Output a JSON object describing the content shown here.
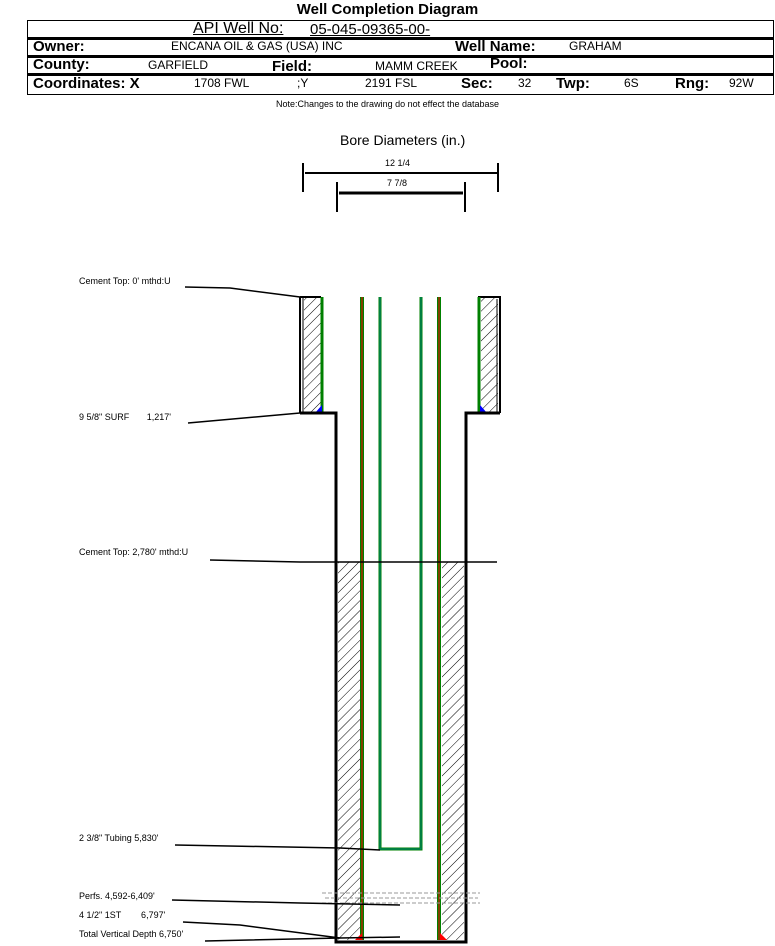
{
  "title": "Well Completion Diagram",
  "header": {
    "api_label": "API Well No:",
    "api_value": "05-045-09365-00-",
    "owner_label": "Owner:",
    "owner_value": "ENCANA OIL & GAS (USA) INC",
    "well_name_label": "Well Name:",
    "well_name_value": "GRAHAM",
    "county_label": "County:",
    "county_value": "GARFIELD",
    "field_label": "Field:",
    "field_value": "MAMM CREEK",
    "pool_label": "Pool:",
    "coord_label": "Coordinates: X",
    "x_value": "1708 FWL",
    "y_label": ";Y",
    "y_value": "2191 FSL",
    "sec_label": "Sec:",
    "sec_value": "32",
    "twp_label": "Twp:",
    "twp_value": "6S",
    "rng_label": "Rng:",
    "rng_value": "92W"
  },
  "note": "Note:Changes to the drawing do not effect the database",
  "diagram": {
    "bore_title": "Bore Diameters (in.)",
    "bore_outer": "12 1/4",
    "bore_inner": "7 7/8",
    "labels": {
      "cement_top_1": "Cement Top: 0' mthd:U",
      "surface_casing": "9 5/8\" SURF       1,217'",
      "cement_top_2": "Cement Top: 2,780' mthd:U",
      "tubing": "2 3/8\" Tubing 5,830'",
      "perfs": "Perfs. 4,592-6,409'",
      "production_casing": "4 1/2\" 1ST        6,797'",
      "tvd": "Total Vertical Depth 6,750'"
    },
    "colors": {
      "casing": "#008000",
      "casing_core": "#ff0000",
      "tubing_core": "#008080",
      "shoe": "#0000ff"
    }
  }
}
